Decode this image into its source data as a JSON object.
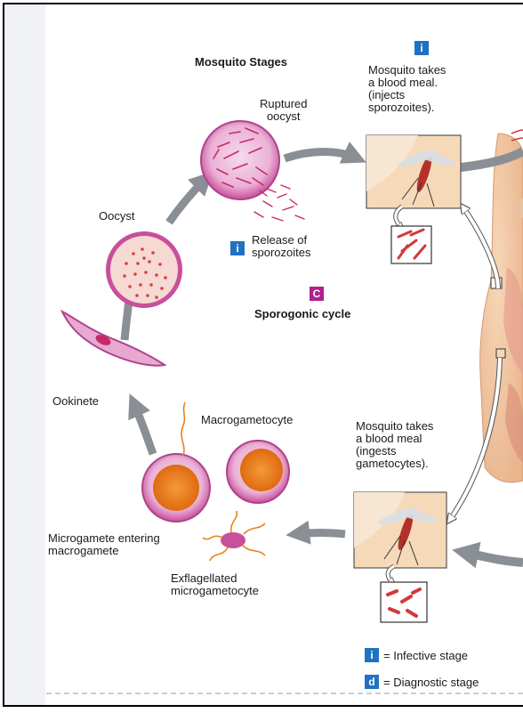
{
  "title": "Mosquito Stages",
  "cycle_label": "Sporogonic cycle",
  "cycle_badge": "C",
  "labels": {
    "ruptured_oocyst": [
      "Ruptured",
      "oocyst"
    ],
    "oocyst": "Oocyst",
    "ookinete": "Ookinete",
    "release": [
      "Release of",
      "sporozoites"
    ],
    "blood_meal_inject": [
      "Mosquito takes",
      "a blood meal.",
      "(injects",
      "sporozoites)."
    ],
    "blood_meal_ingest": [
      "Mosquito takes",
      "a blood meal",
      "(ingests",
      "gametocytes)."
    ],
    "macrogametocyte": "Macrogametocyte",
    "microgamete": [
      "Microgamete entering",
      "macrogamete"
    ],
    "exflagellated": [
      "Exflagellated",
      "microgametocyte"
    ]
  },
  "legend": [
    {
      "badge": "i",
      "text": "= Infective stage",
      "color": "#1f72c2"
    },
    {
      "badge": "d",
      "text": "= Diagnostic stage",
      "color": "#1f72c2"
    }
  ],
  "badges": {
    "infective": "i",
    "color_infective": "#1f72c2",
    "color_cycle": "#b0208f"
  },
  "colors": {
    "cell": "#cf5aa6",
    "cell_fill": "#f1bde0",
    "nucleus": "#e8821e",
    "arrow": "#8a8f96"
  }
}
